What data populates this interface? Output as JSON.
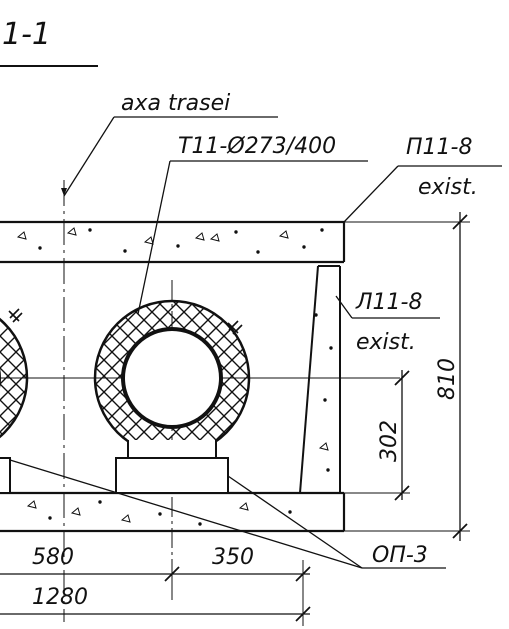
{
  "section_title": "1-1",
  "labels": {
    "axis": "axa trasei",
    "pipe": "T11-Ø273/400",
    "slab_top": "П11-8",
    "slab_top_note": "exist.",
    "wall": "Л11-8",
    "wall_note": "exist.",
    "support": "ОП-3"
  },
  "dimensions": {
    "height_total": "810",
    "height_axis": "302",
    "width_left": "580",
    "width_right": "350",
    "width_total": "1280"
  },
  "colors": {
    "line": "#111111",
    "paper": "#ffffff"
  }
}
